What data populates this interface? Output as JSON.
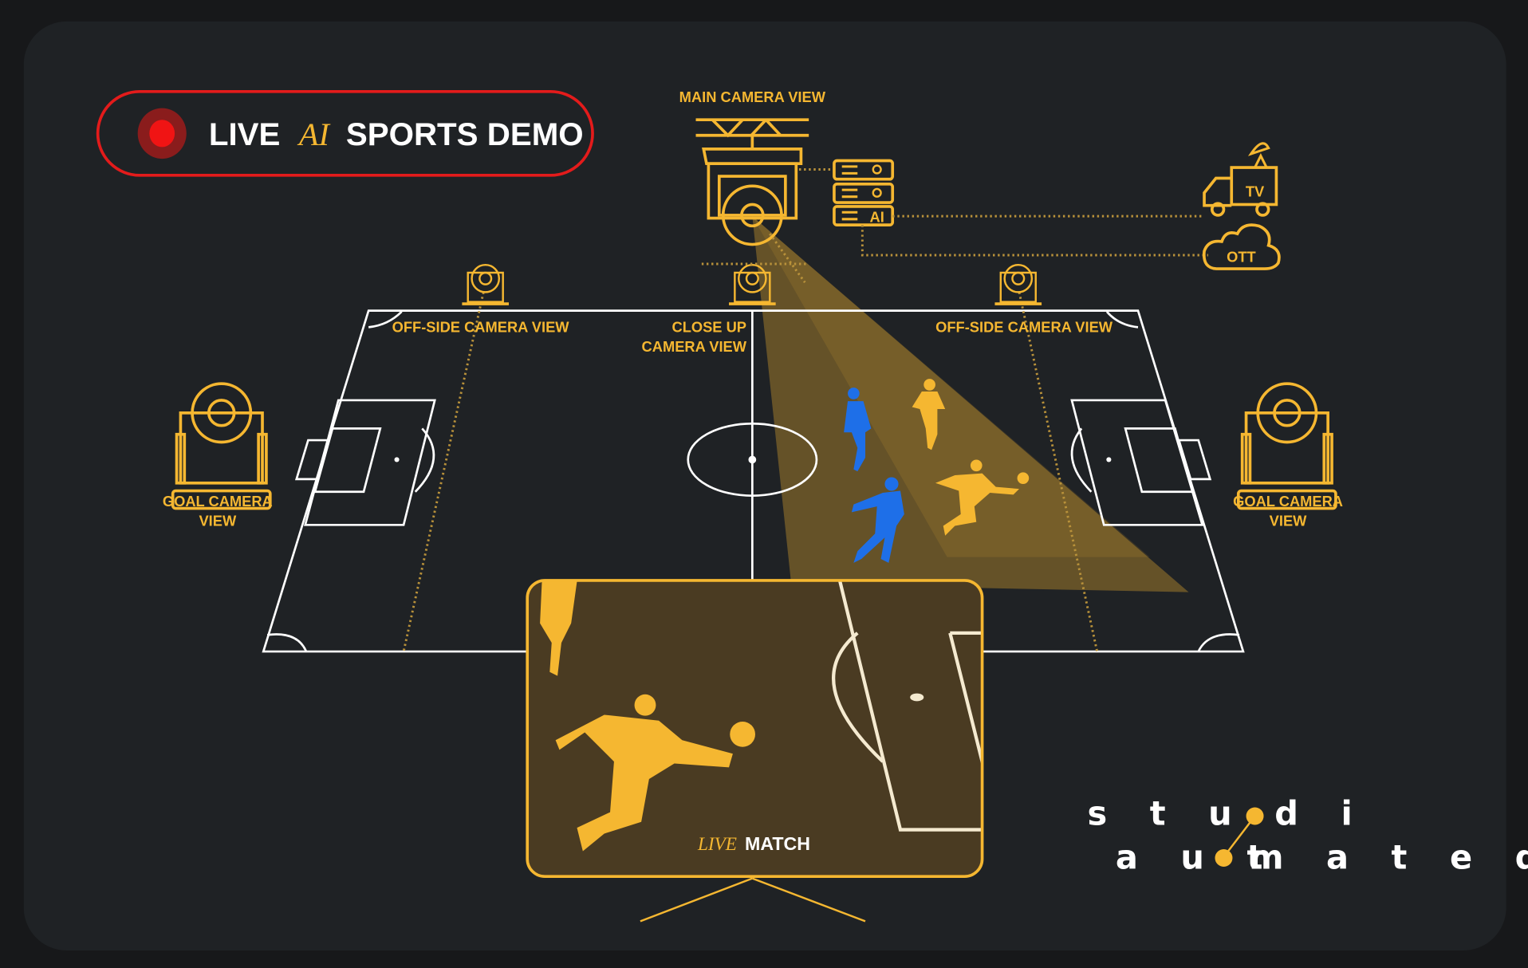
{
  "badge": {
    "live": "LIVE",
    "ai": "AI",
    "rest": "SPORTS DEMO"
  },
  "labels": {
    "main_camera": "MAIN CAMERA VIEW",
    "offside_left": "OFF-SIDE CAMERA VIEW",
    "offside_right": "OFF-SIDE CAMERA VIEW",
    "close_up_1": "CLOSE UP",
    "close_up_2": "CAMERA VIEW",
    "goal_left_1": "GOAL CAMERA",
    "goal_left_2": "VIEW",
    "goal_right_1": "GOAL CAMERA",
    "goal_right_2": "VIEW",
    "server_ai": "AI",
    "tv": "TV",
    "ott": "OTT"
  },
  "screen": {
    "live": "LIVE",
    "match": "MATCH"
  },
  "logo": {
    "line1": "studio",
    "line2": "automated"
  },
  "colors": {
    "gold": "#f5b731",
    "red": "#e31b1b",
    "blue": "#1e6fe8",
    "card": "#1f2225"
  }
}
